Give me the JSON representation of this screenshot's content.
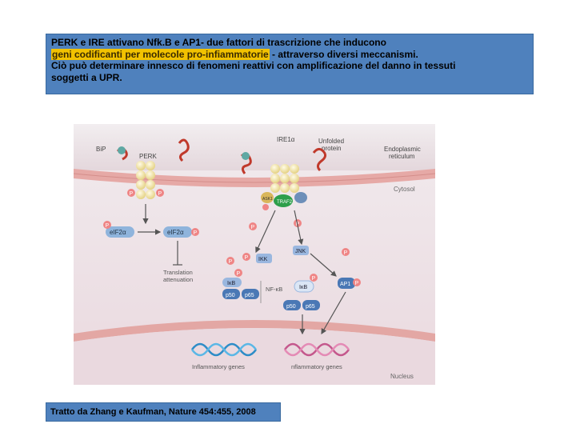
{
  "header": {
    "line1": "PERK e IRE attivano Nfk.B e AP1- due fattori di trascrizione che inducono",
    "line2_highlight": "geni codificanti per molecole pro-infiammatorie",
    "line2_rest": " - attraverso diversi meccanismi.",
    "line3": "Ciò può determinare innesco di fenomeni reattivi con amplificazione del danno in tessuti",
    "line4": "soggetti a UPR."
  },
  "figure": {
    "bip": "BiP",
    "perk": "PERK",
    "ire1a": "IRE1α",
    "unfolded": "Unfolded",
    "protein": "protein",
    "er1": "Endoplasmic",
    "er2": "reticulum",
    "cytosol": "Cytosol",
    "traf2": "TRAF2",
    "ask1": "ASK1",
    "p": "P",
    "eif2a_left": "eIF2α",
    "eif2a_right": "eIF2α",
    "ikk": "IKK",
    "jnk": "JNK",
    "translation": "Translation",
    "attenuation": "attenuation",
    "ikb_left": "IκB",
    "ikb_right": "IκB",
    "p50": "p50",
    "p65": "p65",
    "nfkb": "NF-κB",
    "ap1": "AP1",
    "genes_left": "Inflammatory genes",
    "genes_right": "nflammatory genes",
    "nucleus": "Nucleus"
  },
  "colors": {
    "header_bg": "#4f81bd",
    "highlight": "#f2c200",
    "er_membrane": "#e6a9a6",
    "perk_ire_beads": "#efe2a4",
    "phosphate": "#ef8585",
    "blue_protein": "#8fb4dc",
    "dna_left": "#3aa3d8",
    "dna_right": "#d66a9f"
  },
  "caption": "Tratto da Zhang e Kaufman, Nature 454:455, 2008"
}
